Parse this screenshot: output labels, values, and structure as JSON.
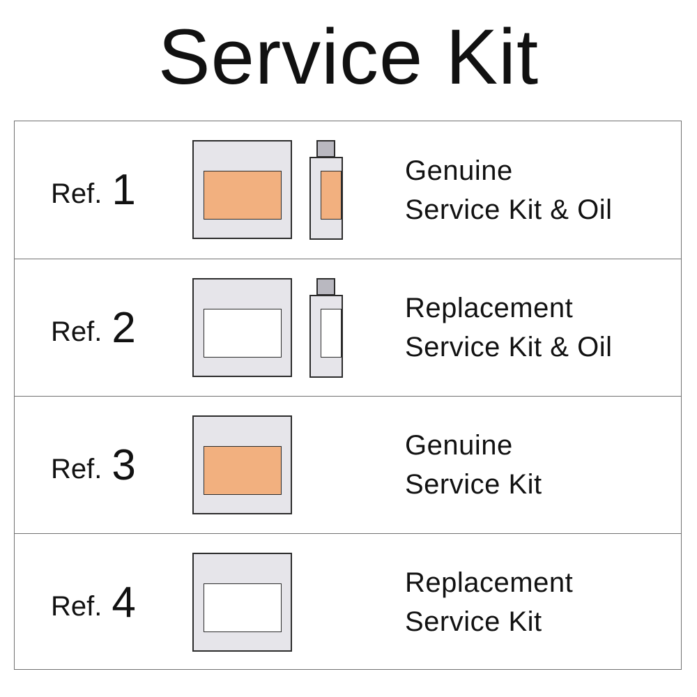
{
  "title": "Service Kit",
  "colors": {
    "genuine_fill": "#f2b07f",
    "replacement_fill": "#ffffff",
    "package_fill": "#e6e5ea",
    "cap_fill": "#b9b8c0",
    "outline": "#2b2b2b"
  },
  "rows": [
    {
      "ref_word": "Ref.",
      "ref_number": "1",
      "description_line1": "Genuine",
      "description_line2": "Service Kit & Oil",
      "includes_oil": true,
      "genuine": true
    },
    {
      "ref_word": "Ref.",
      "ref_number": "2",
      "description_line1": "Replacement",
      "description_line2": "Service Kit & Oil",
      "includes_oil": true,
      "genuine": false
    },
    {
      "ref_word": "Ref.",
      "ref_number": "3",
      "description_line1": "Genuine",
      "description_line2": "Service Kit",
      "includes_oil": false,
      "genuine": true
    },
    {
      "ref_word": "Ref.",
      "ref_number": "4",
      "description_line1": "Replacement",
      "description_line2": "Service Kit",
      "includes_oil": false,
      "genuine": false
    }
  ]
}
